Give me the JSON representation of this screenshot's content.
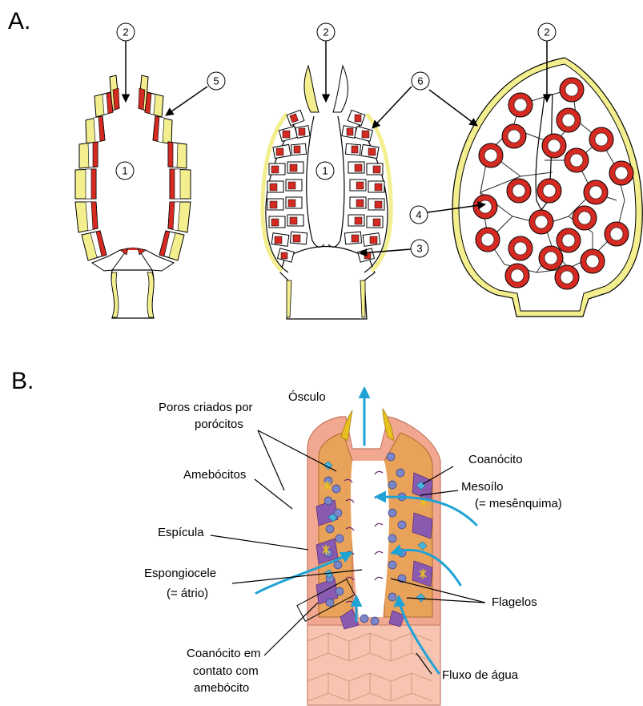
{
  "section_a": {
    "heading": "A.",
    "numbers": [
      "1",
      "2",
      "3",
      "4",
      "5",
      "6"
    ]
  },
  "section_b": {
    "heading": "B.",
    "labels": {
      "osculo": "Ósculo",
      "poros_1": "Poros criados por",
      "poros_2": "porócitos",
      "amebocitos": "Amebócitos",
      "espicula": "Espícula",
      "espongiocele": "Espongiocele",
      "atrio": "(= átrio)",
      "coanocito_amebocito_1": "Coanócito em",
      "coanocito_amebocito_2": "contato com",
      "coanocito_amebocito_3": "amebócito",
      "coanocito": "Coanócito",
      "mesoilo": "Mesoílo",
      "mesenquima": "(= mesênquima)",
      "flagelos": "Flagelos",
      "fluxo": "Fluxo de água"
    }
  },
  "colors": {
    "choanocyte_red": "#d42a22",
    "pinacoderm_yellow": "#f3ee8e",
    "water_flow_blue": "#1fa3d6",
    "cell_purple": "#7d5aa8",
    "body_pink": "#f2a890"
  }
}
